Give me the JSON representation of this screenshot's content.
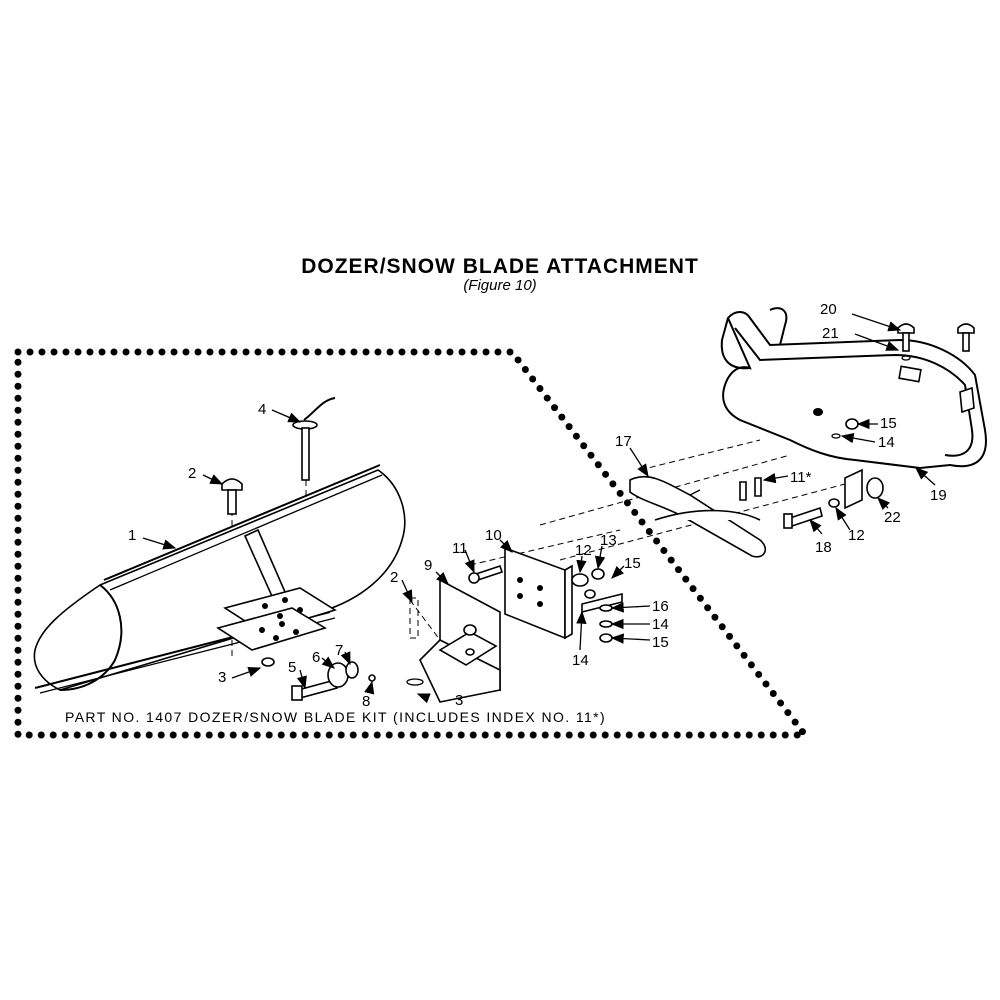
{
  "title": "DOZER/SNOW BLADE ATTACHMENT",
  "subtitle": "(Figure 10)",
  "footer": "PART NO. 1407 DOZER/SNOW BLADE KIT (INCLUDES INDEX NO. 11*)",
  "callouts": {
    "c1": "1",
    "c2a": "2",
    "c2b": "2",
    "c3a": "3",
    "c3b": "3",
    "c4": "4",
    "c5": "5",
    "c6": "6",
    "c7": "7",
    "c8": "8",
    "c9": "9",
    "c10": "10",
    "c11a": "11",
    "c11b": "11*",
    "c12a": "12",
    "c12b": "12",
    "c13": "13",
    "c14a": "14",
    "c14b": "14",
    "c14c": "14",
    "c15a": "15",
    "c15b": "15",
    "c15c": "15",
    "c16": "16",
    "c17": "17",
    "c18": "18",
    "c19": "19",
    "c20": "20",
    "c21": "21",
    "c22": "22"
  }
}
